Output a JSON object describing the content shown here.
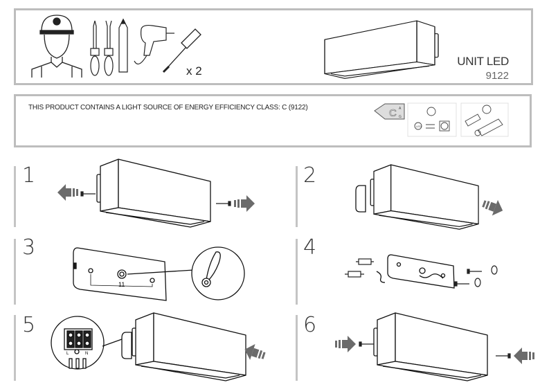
{
  "header": {
    "product_name": "UNIT LED",
    "product_code": "9122",
    "quantity_label": "x 2"
  },
  "energy": {
    "notice": "THIS PRODUCT CONTAINS A LIGHT SOURCE OF ENERGY EFFICIENCY CLASS: C (9122)",
    "class": "C",
    "scale_top": "A",
    "scale_bottom": "G",
    "led_label": "LED"
  },
  "steps": [
    {
      "number": "1"
    },
    {
      "number": "2"
    },
    {
      "number": "3",
      "dimension_label": "11"
    },
    {
      "number": "4"
    },
    {
      "number": "5",
      "terminal_live": "L",
      "terminal_neutral": "N"
    },
    {
      "number": "6"
    }
  ],
  "colors": {
    "panel_border": "#bdbdbd",
    "arrow": "#6b6b6b",
    "line": "#111111"
  }
}
